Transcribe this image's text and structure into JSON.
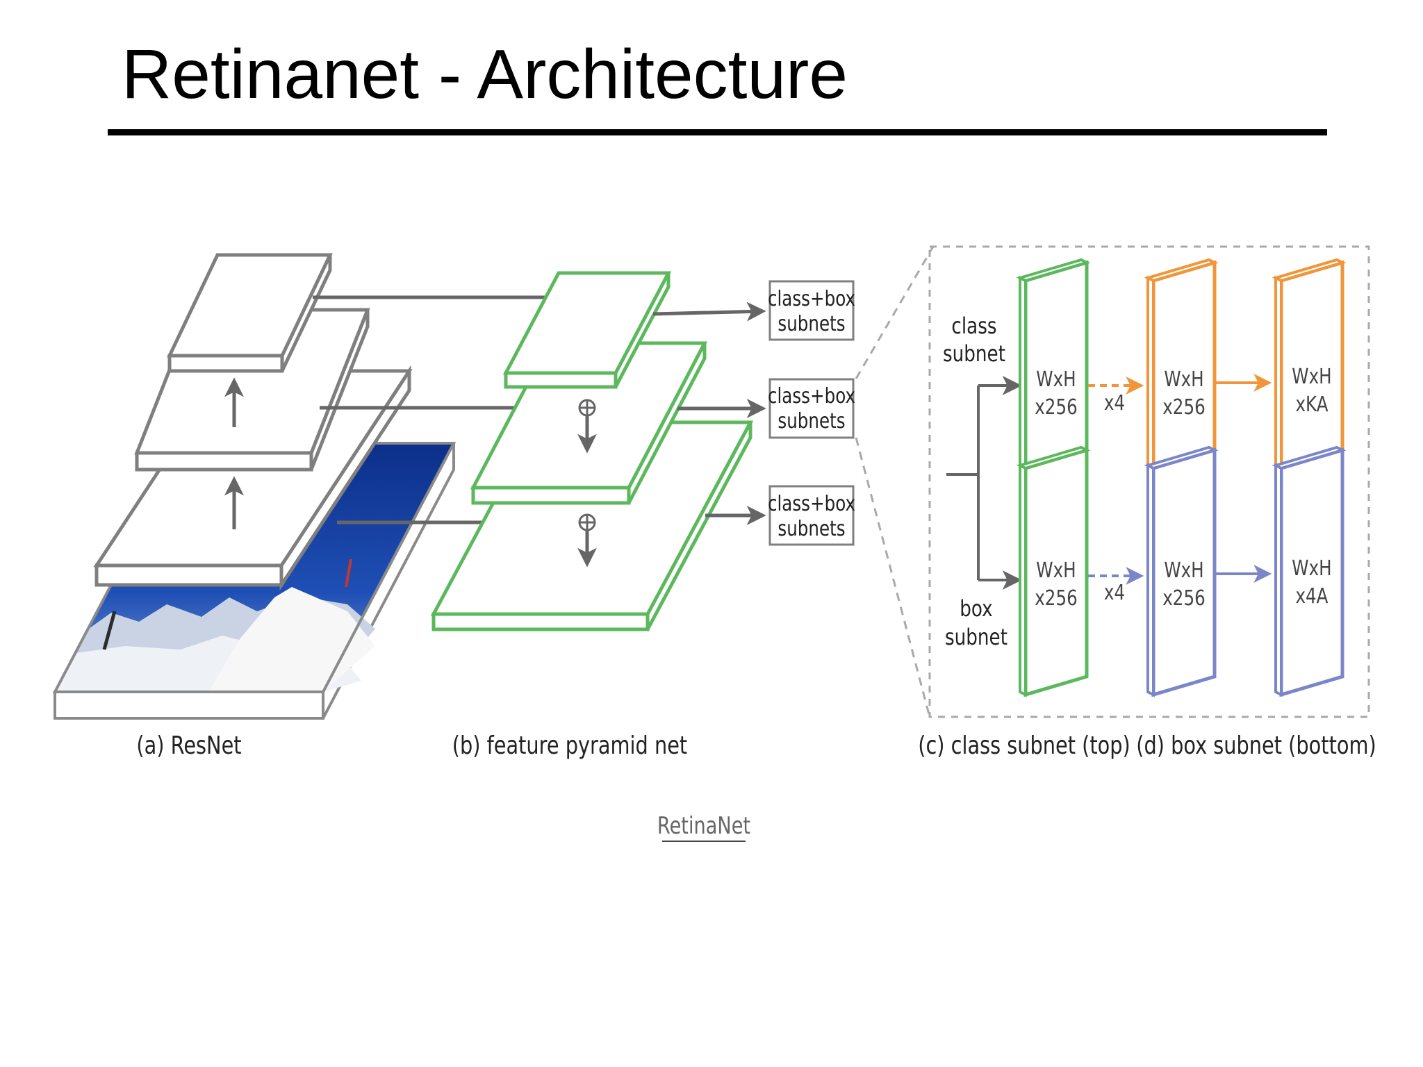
{
  "slide": {
    "title": "Retinanet - Architecture"
  },
  "diagram": {
    "subnet_boxes": [
      {
        "line1": "class+box",
        "line2": "subnets"
      },
      {
        "line1": "class+box",
        "line2": "subnets"
      },
      {
        "line1": "class+box",
        "line2": "subnets"
      }
    ],
    "class_subnet_label": {
      "line1": "class",
      "line2": "subnet"
    },
    "box_subnet_label": {
      "line1": "box",
      "line2": "subnet"
    },
    "class_subnet": {
      "conv_input": {
        "line1": "WxH",
        "line2": "x256"
      },
      "repeat": "x4",
      "conv_hidden": {
        "line1": "WxH",
        "line2": "x256"
      },
      "conv_output": {
        "line1": "WxH",
        "line2": "xKA"
      }
    },
    "box_subnet": {
      "conv_input": {
        "line1": "WxH",
        "line2": "x256"
      },
      "repeat": "x4",
      "conv_hidden": {
        "line1": "WxH",
        "line2": "x256"
      },
      "conv_output": {
        "line1": "WxH",
        "line2": "x4A"
      }
    },
    "captions": {
      "resnet": "(a) ResNet",
      "fpn": "(b) feature pyramid net",
      "class_subnet": "(c) class subnet (top)",
      "box_subnet": "(d) box subnet (bottom)"
    },
    "figure_caption": "RetinaNet",
    "colors": {
      "green": "#5cb85c",
      "orange": "#f0953a",
      "blue": "#7b86c8",
      "gray": "#7f7f7f",
      "arrow": "#666666"
    },
    "icons": {
      "sum": "circled-plus",
      "photo": "snowy-mountain-photo"
    }
  }
}
